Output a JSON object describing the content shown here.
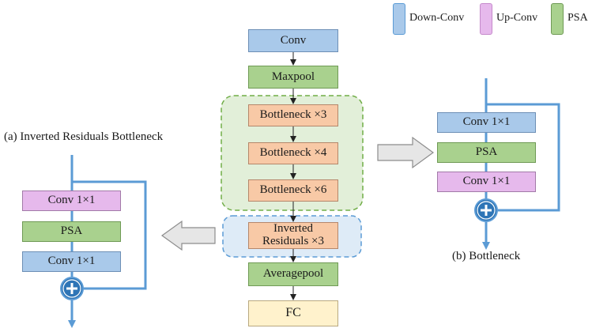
{
  "legend": [
    {
      "label": "Down-Conv",
      "color": "#a9c9ea",
      "border": "#5b9bd5"
    },
    {
      "label": "Up-Conv",
      "color": "#e6b9ec",
      "border": "#c58acb"
    },
    {
      "label": "PSA",
      "color": "#a9d18e",
      "border": "#6f9a55"
    }
  ],
  "main_stack": {
    "conv": "Conv",
    "maxpool": "Maxpool",
    "bottleneck3": "Bottleneck ×3",
    "bottleneck4": "Bottleneck ×4",
    "bottleneck6": "Bottleneck ×6",
    "inverted_line1": "Inverted",
    "inverted_line2": "Residuals ×3",
    "averagepool": "Averagepool",
    "fc": "FC"
  },
  "inverted_block": {
    "title": "(a) Inverted Residuals Bottleneck",
    "top": "Conv 1×1",
    "middle": "PSA",
    "bottom": "Conv 1×1"
  },
  "bottleneck_block": {
    "caption": "(b) Bottleneck",
    "top": "Conv 1×1",
    "middle": "PSA",
    "bottom": "Conv 1×1"
  },
  "colors": {
    "down_conv": "#a9c9ea",
    "up_conv": "#e6b9ec",
    "psa": "#a9d18e",
    "bottleneck": "#f8c9a6",
    "fc": "#fff2cc",
    "residual_line": "#5b9bd5"
  }
}
